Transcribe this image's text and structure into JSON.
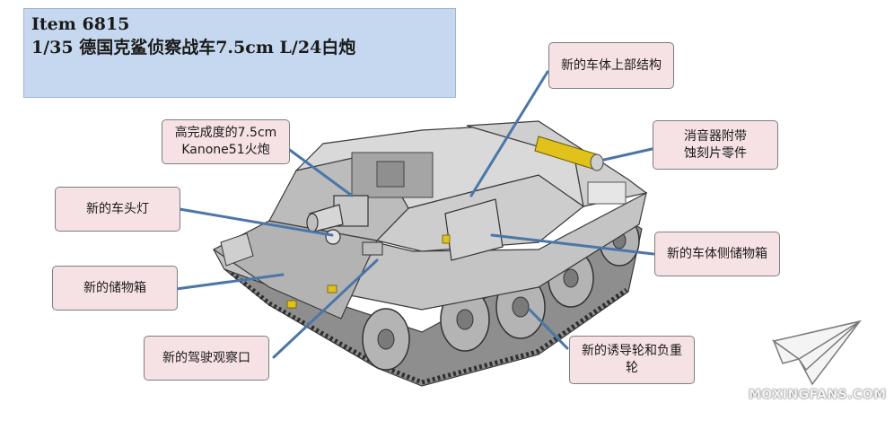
{
  "header": {
    "item": "Item 6815",
    "title": "1/35 德国克鲨侦察战车7.5cm L/24白炮"
  },
  "callouts": {
    "upper_hull": "新的车体上部结构",
    "gun_line1": "高完成度的7.5cm",
    "gun_line2": "Kanone51火炮",
    "muffler_line1": "消音器附带",
    "muffler_line2": "蚀刻片零件",
    "headlight": "新的车头灯",
    "side_storage": "新的车体侧储物箱",
    "storage": "新的储物箱",
    "driver_port": "新的驾驶观察口",
    "wheels_line1": "新的诱导轮和负重",
    "wheels_line2": "轮"
  },
  "watermark": "MOXINGFANS.COM",
  "colors": {
    "header_bg": "#c6d8ef",
    "callout_bg": "#f6e1e4",
    "leader": "#4a76a8",
    "hull": "#bdbdbd",
    "accent": "#e0c21a"
  }
}
